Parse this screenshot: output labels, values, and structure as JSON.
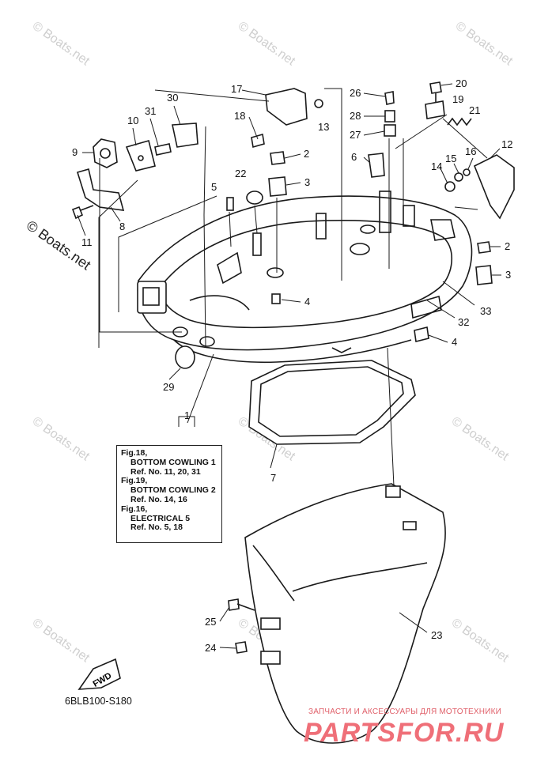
{
  "diagram_code": "6BLB100-S180",
  "watermark": "© Boats.net",
  "ref_box": {
    "lines": [
      "Fig.18,",
      "BOTTOM COWLING 1",
      "Ref. No. 11, 20, 31",
      "Fig.19,",
      "BOTTOM COWLING 2",
      "Ref. No. 14, 16",
      "Fig.16,",
      "ELECTRICAL 5",
      "Ref. No. 5, 18"
    ]
  },
  "fwd_label": "FWD",
  "callouts": [
    "1",
    "2",
    "3",
    "4",
    "5",
    "6",
    "7",
    "8",
    "9",
    "10",
    "11",
    "12",
    "13",
    "14",
    "15",
    "16",
    "17",
    "18",
    "19",
    "20",
    "21",
    "22",
    "23",
    "24",
    "25",
    "26",
    "27",
    "28",
    "29",
    "30",
    "31",
    "32",
    "33"
  ],
  "duplicate_callouts": [
    "2",
    "3",
    "4"
  ],
  "site_tagline": "ЗАПЧАСТИ И АКСЕССУАРЫ ДЛЯ МОТОТЕХНИКИ",
  "site_logo": "PARTSFOR.RU",
  "colors": {
    "line": "#1a1a1a",
    "watermark": "#cfcfcf",
    "logo": "#ef6f78"
  }
}
